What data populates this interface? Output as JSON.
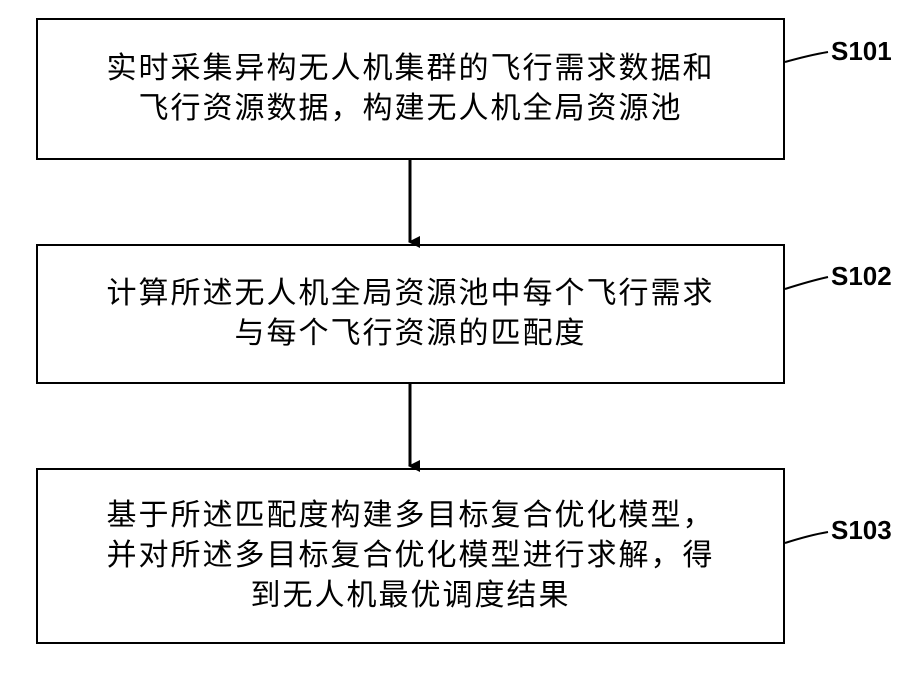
{
  "steps": [
    {
      "id": "S101",
      "lines": [
        "实时采集异构无人机集群的飞行需求数据和",
        "飞行资源数据，构建无人机全局资源池"
      ]
    },
    {
      "id": "S102",
      "lines": [
        "计算所述无人机全局资源池中每个飞行需求",
        "与每个飞行资源的匹配度"
      ]
    },
    {
      "id": "S103",
      "lines": [
        "基于所述匹配度构建多目标复合优化模型，",
        "并对所述多目标复合优化模型进行求解，得",
        "到无人机最优调度结果"
      ]
    }
  ],
  "colors": {
    "stroke": "#000000",
    "background": "#ffffff"
  }
}
